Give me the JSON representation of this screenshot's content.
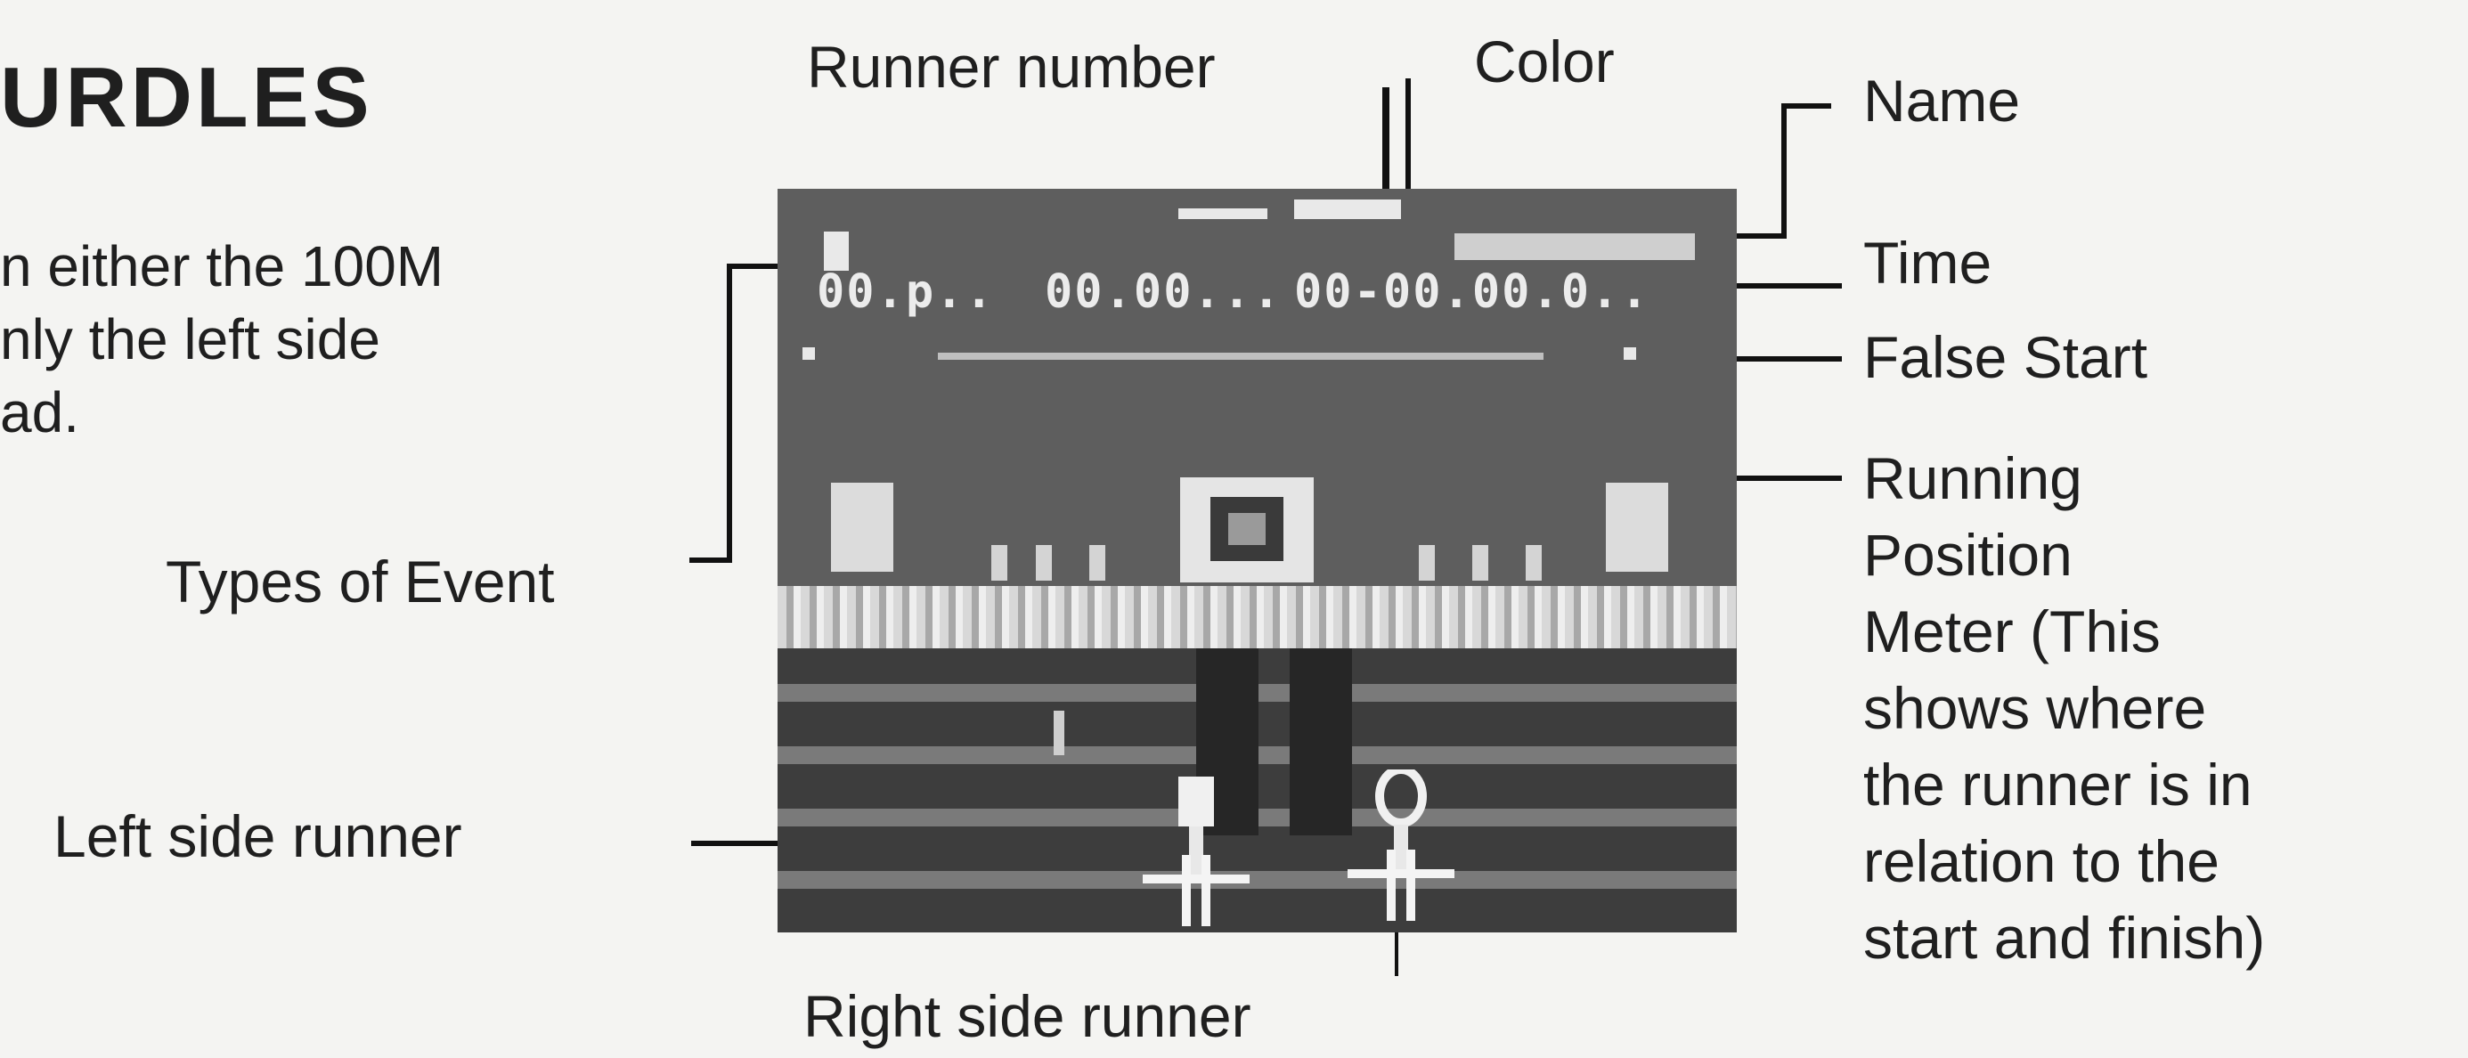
{
  "heading": "URDLES",
  "intro": {
    "line1": "n either the 100M",
    "line2": "nly the left side",
    "line3": "ad."
  },
  "labels": {
    "runner_number": "Runner number",
    "color": "Color",
    "name": "Name",
    "time": "Time",
    "false_start": "False Start",
    "types_of_event": "Types of Event",
    "left_runner": "Left side runner",
    "right_runner": "Right side runner",
    "running_position": [
      "Running",
      "Position",
      "Meter (This",
      "shows where",
      "the runner is in",
      "relation to the",
      "start and finish)"
    ]
  },
  "screen": {
    "hud_event": "▐▐",
    "hud_text_1": "00.p..",
    "hud_text_2": "00.00...",
    "hud_text_3": "00-00.00.0.."
  }
}
